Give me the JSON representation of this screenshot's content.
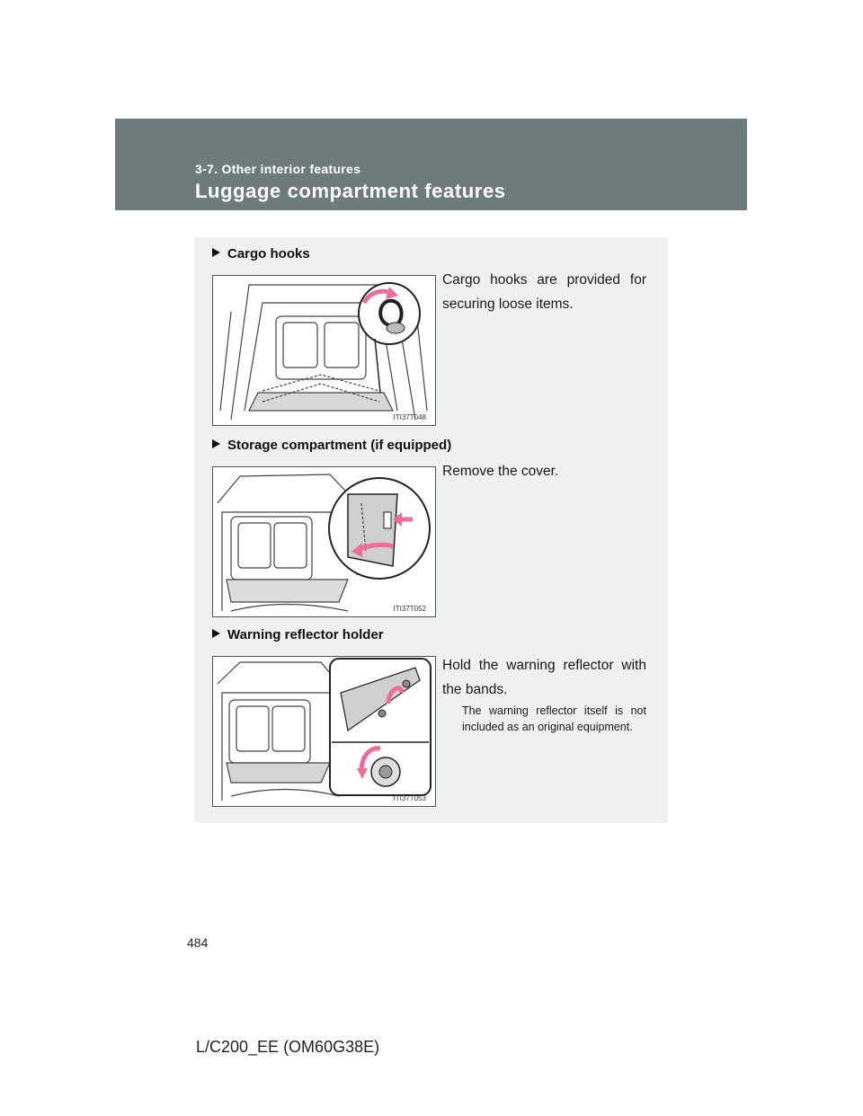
{
  "header": {
    "section": "3-7. Other interior features",
    "title": "Luggage compartment features"
  },
  "sections": [
    {
      "heading": "Cargo hooks",
      "text": "Cargo hooks are provided for securing loose items.",
      "figure_code": "ITI37T048"
    },
    {
      "heading": "Storage compartment (if equipped)",
      "text": "Remove the cover.",
      "figure_code": "ITI37T052"
    },
    {
      "heading": "Warning reflector holder",
      "text": "Hold the warning reflector with the bands.",
      "note": "The warning reflector itself is not included as an original equipment.",
      "figure_code": "ITI37T053"
    }
  ],
  "page_number": "484",
  "footer_code": "L/C200_EE (OM60G38E)",
  "colors": {
    "header_bg": "#6e7b7b",
    "panel_bg": "#eff0f0",
    "arrow_pink": "#ee6b9a"
  }
}
